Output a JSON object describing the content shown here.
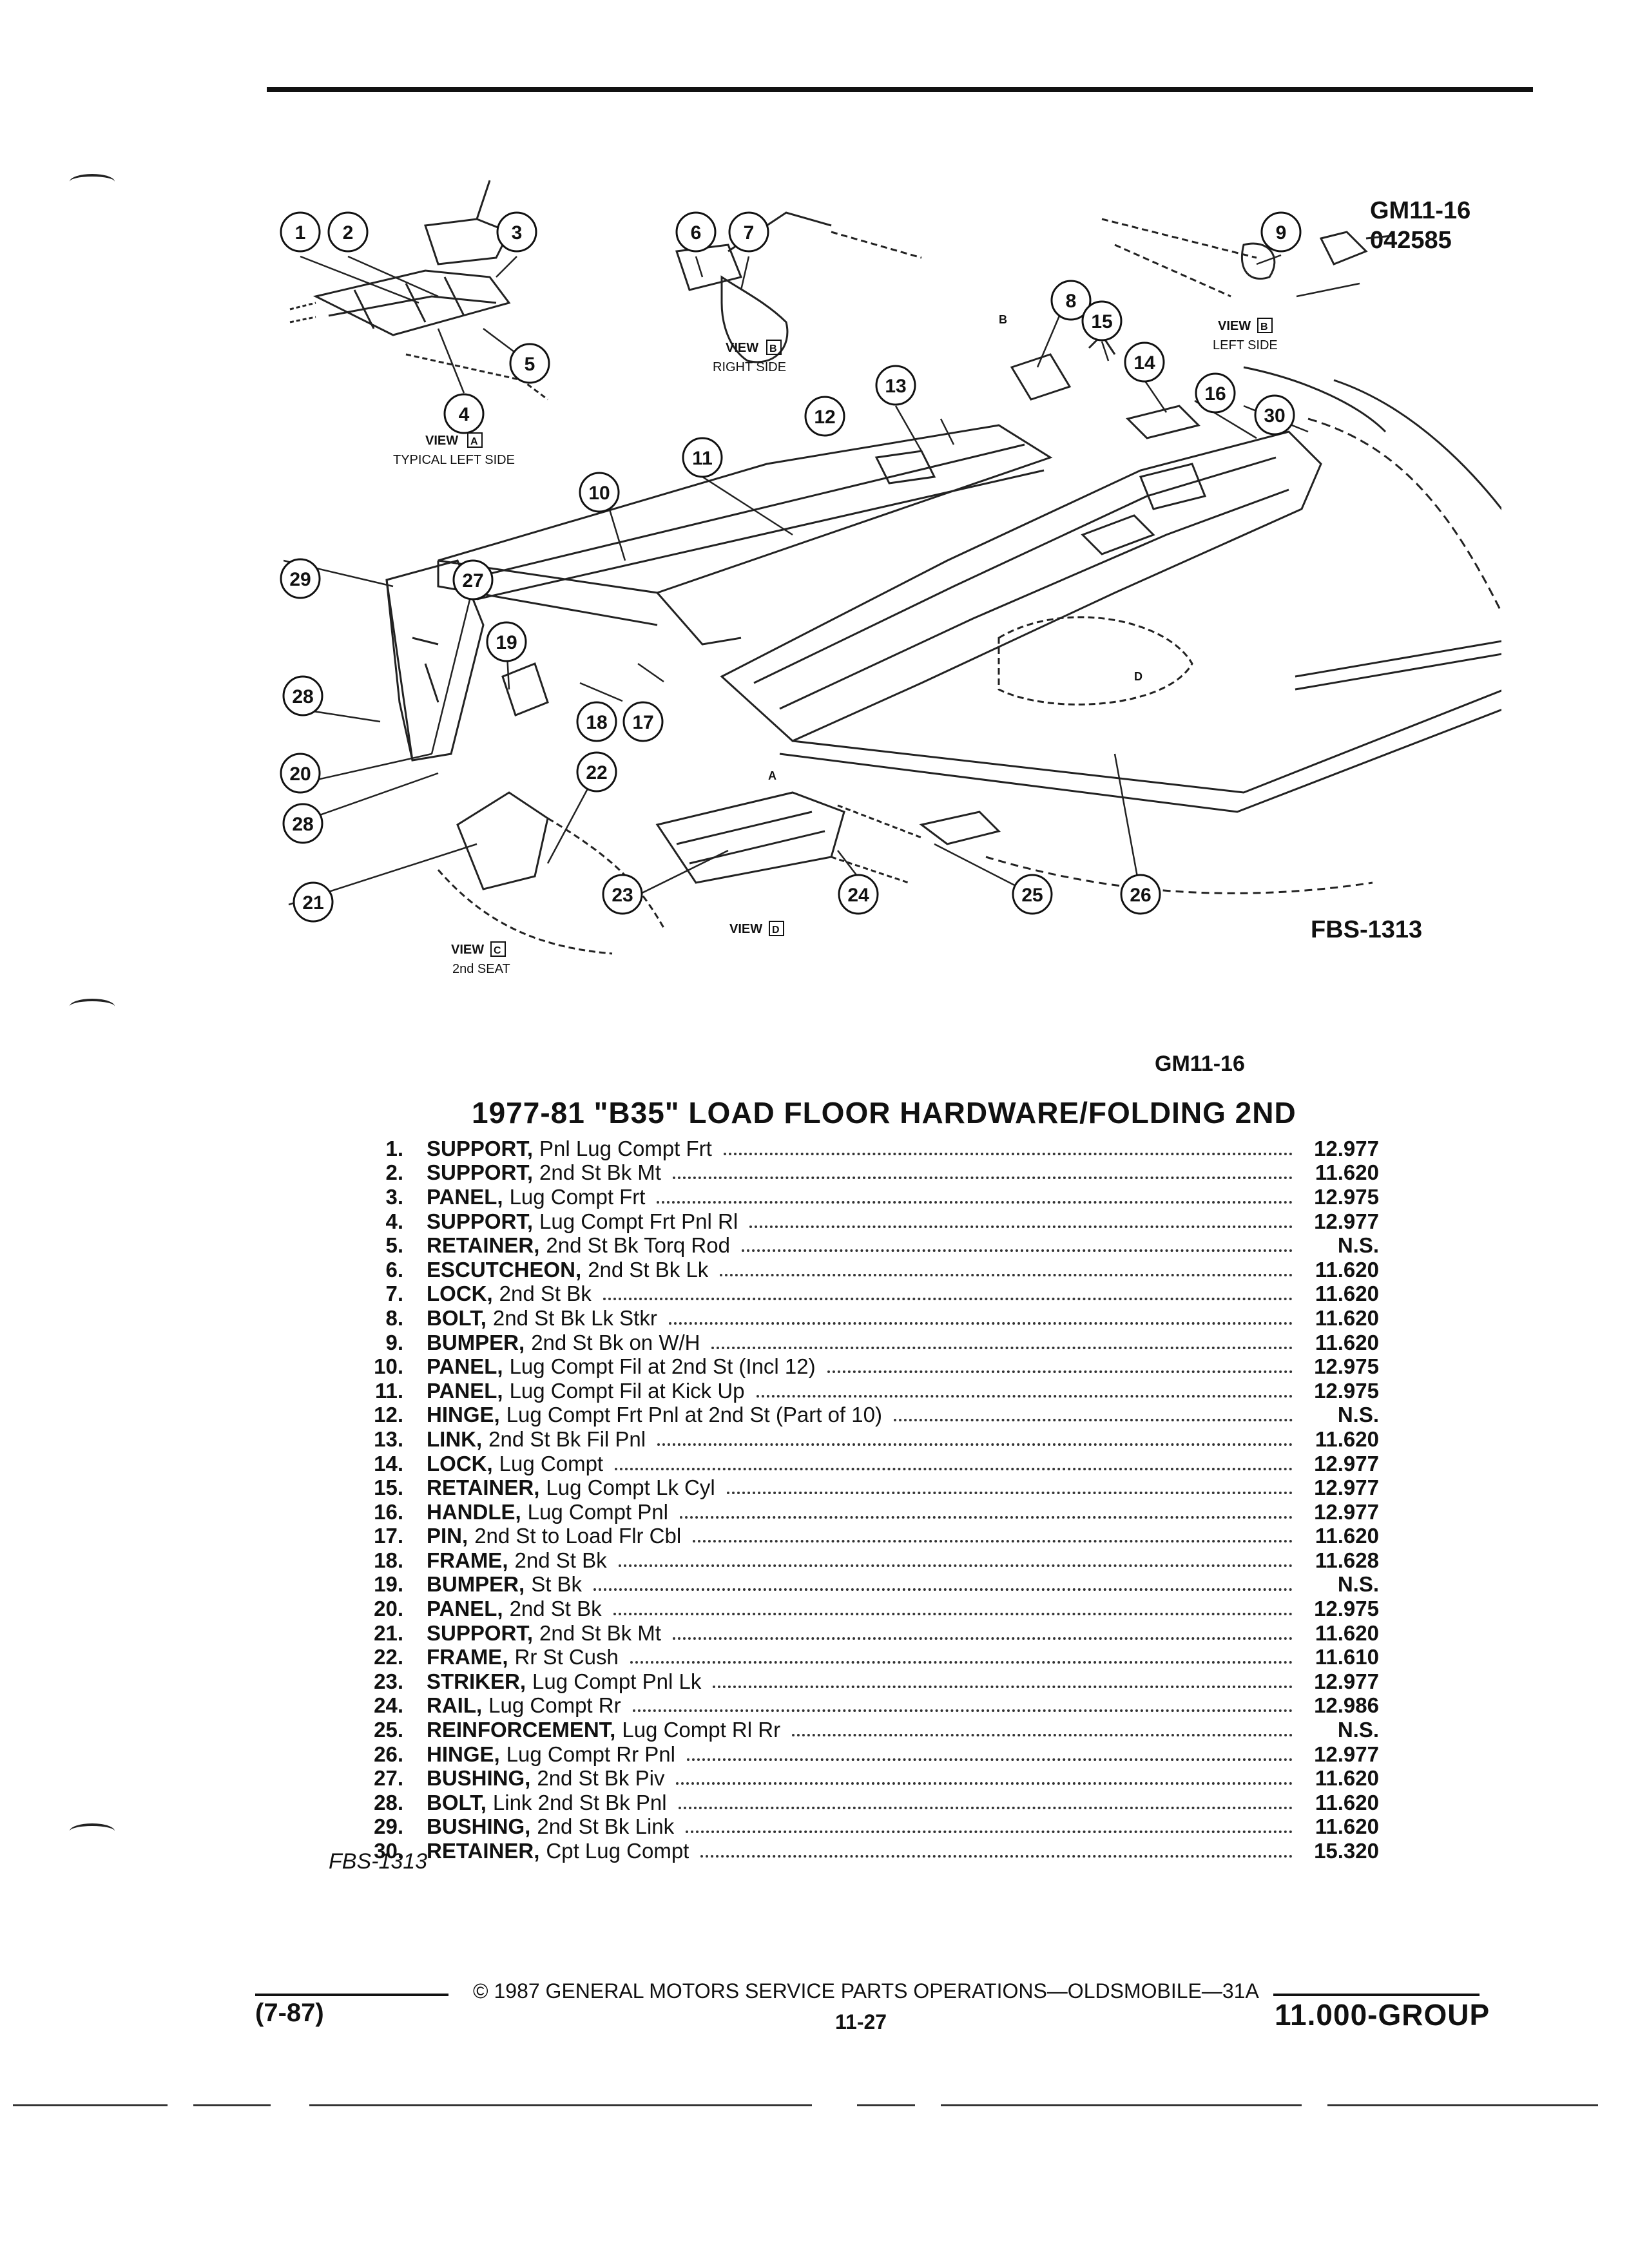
{
  "header": {
    "diagram_id": "GM11-16",
    "diagram_code": "042585",
    "fbs_code": "FBS-1313",
    "section_id": "GM11-16"
  },
  "diagram": {
    "callouts": [
      "1",
      "2",
      "3",
      "4",
      "5",
      "6",
      "7",
      "8",
      "9",
      "10",
      "11",
      "12",
      "13",
      "14",
      "15",
      "16",
      "17",
      "18",
      "19",
      "20",
      "21",
      "22",
      "23",
      "24",
      "25",
      "26",
      "27",
      "28",
      "28",
      "29",
      "30"
    ],
    "view_labels": {
      "a_view": "VIEW",
      "a_box": "A",
      "a_caption": "TYPICAL LEFT SIDE",
      "b_right_view": "VIEW",
      "b_right_box": "B",
      "b_right_caption": "RIGHT SIDE",
      "b_left_view": "VIEW",
      "b_left_box": "B",
      "b_left_caption": "LEFT SIDE",
      "c_view": "VIEW",
      "c_box": "C",
      "c_caption": "2nd SEAT",
      "d_view": "VIEW",
      "d_box": "D",
      "letter_a": "A",
      "letter_b": "B",
      "letter_d": "D"
    }
  },
  "parts_list": {
    "title": "1977-81 \"B35\" LOAD FLOOR HARDWARE/FOLDING 2ND",
    "items": [
      {
        "num": "1.",
        "name": "SUPPORT,",
        "desc": "Pnl Lug Compt Frt",
        "part": "12.977"
      },
      {
        "num": "2.",
        "name": "SUPPORT,",
        "desc": "2nd St Bk Mt",
        "part": "11.620"
      },
      {
        "num": "3.",
        "name": "PANEL,",
        "desc": "Lug Compt Frt",
        "part": "12.975"
      },
      {
        "num": "4.",
        "name": "SUPPORT,",
        "desc": "Lug Compt Frt Pnl Rl",
        "part": "12.977"
      },
      {
        "num": "5.",
        "name": "RETAINER,",
        "desc": "2nd St Bk Torq Rod",
        "part": "N.S."
      },
      {
        "num": "6.",
        "name": "ESCUTCHEON,",
        "desc": "2nd St Bk Lk",
        "part": "11.620"
      },
      {
        "num": "7.",
        "name": "LOCK,",
        "desc": "2nd St Bk",
        "part": "11.620"
      },
      {
        "num": "8.",
        "name": "BOLT,",
        "desc": "2nd St Bk Lk Stkr",
        "part": "11.620"
      },
      {
        "num": "9.",
        "name": "BUMPER,",
        "desc": "2nd St Bk on W/H",
        "part": "11.620"
      },
      {
        "num": "10.",
        "name": "PANEL,",
        "desc": "Lug Compt Fil at 2nd St (Incl 12)",
        "part": "12.975"
      },
      {
        "num": "11.",
        "name": "PANEL,",
        "desc": "Lug Compt Fil at Kick Up",
        "part": "12.975"
      },
      {
        "num": "12.",
        "name": "HINGE,",
        "desc": "Lug Compt Frt Pnl at 2nd St (Part of 10)",
        "part": "N.S."
      },
      {
        "num": "13.",
        "name": "LINK,",
        "desc": "2nd St Bk Fil Pnl",
        "part": "11.620"
      },
      {
        "num": "14.",
        "name": "LOCK,",
        "desc": "Lug Compt",
        "part": "12.977"
      },
      {
        "num": "15.",
        "name": "RETAINER,",
        "desc": "Lug Compt Lk Cyl",
        "part": "12.977"
      },
      {
        "num": "16.",
        "name": "HANDLE,",
        "desc": "Lug Compt Pnl",
        "part": "12.977"
      },
      {
        "num": "17.",
        "name": "PIN,",
        "desc": "2nd St to Load Flr Cbl",
        "part": "11.620"
      },
      {
        "num": "18.",
        "name": "FRAME,",
        "desc": "2nd St Bk",
        "part": "11.628"
      },
      {
        "num": "19.",
        "name": "BUMPER,",
        "desc": "St Bk",
        "part": "N.S."
      },
      {
        "num": "20.",
        "name": "PANEL,",
        "desc": "2nd St Bk",
        "part": "12.975"
      },
      {
        "num": "21.",
        "name": "SUPPORT,",
        "desc": "2nd St Bk Mt",
        "part": "11.620"
      },
      {
        "num": "22.",
        "name": "FRAME,",
        "desc": "Rr St Cush",
        "part": "11.610"
      },
      {
        "num": "23.",
        "name": "STRIKER,",
        "desc": "Lug Compt Pnl Lk",
        "part": "12.977"
      },
      {
        "num": "24.",
        "name": "RAIL,",
        "desc": "Lug Compt Rr",
        "part": "12.986"
      },
      {
        "num": "25.",
        "name": "REINFORCEMENT,",
        "desc": "Lug Compt Rl Rr",
        "part": "N.S."
      },
      {
        "num": "26.",
        "name": "HINGE,",
        "desc": "Lug Compt Rr Pnl",
        "part": "12.977"
      },
      {
        "num": "27.",
        "name": "BUSHING,",
        "desc": "2nd St Bk Piv",
        "part": "11.620"
      },
      {
        "num": "28.",
        "name": "BOLT,",
        "desc": "Link 2nd St Bk Pnl",
        "part": "11.620"
      },
      {
        "num": "29.",
        "name": "BUSHING,",
        "desc": "2nd St Bk Link",
        "part": "11.620"
      },
      {
        "num": "30.",
        "name": "RETAINER,",
        "desc": "Cpt Lug Compt",
        "part": "15.320"
      }
    ],
    "footnote": "FBS-1313"
  },
  "footer": {
    "date_code": "(7-87)",
    "copyright": "© 1987 GENERAL MOTORS SERVICE PARTS OPERATIONS—OLDSMOBILE—31A",
    "page": "11-27",
    "group": "11.000-GROUP"
  }
}
